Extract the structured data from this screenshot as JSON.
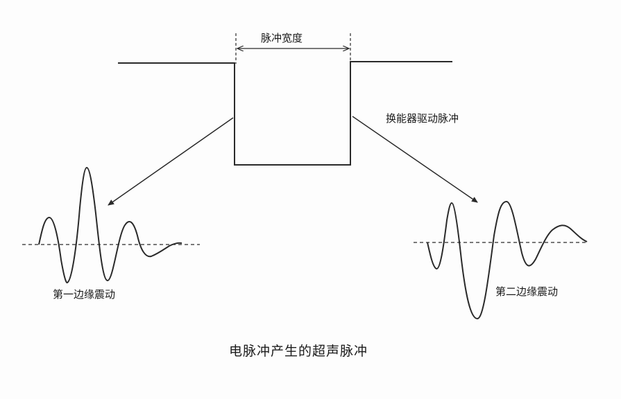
{
  "labels": {
    "pulse_width": "脉冲宽度",
    "transducer_drive_pulse": "换能器驱动脉冲",
    "first_edge_vibration": "第一边缘震动",
    "second_edge_vibration": "第二边缘震动",
    "caption": "电脉冲产生的超声脉冲"
  },
  "colors": {
    "ink": "#2a2a2a",
    "background": "#fdfdfd"
  }
}
